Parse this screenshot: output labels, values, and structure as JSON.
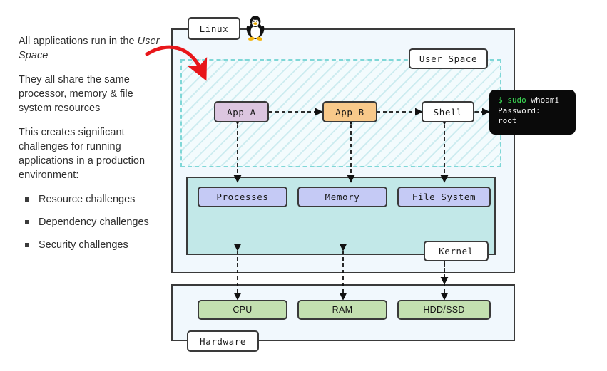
{
  "explanation": {
    "paragraphs": [
      {
        "before": "All applications run in the ",
        "emphasis": "User Space",
        "after": ""
      },
      {
        "before": "They all share the same processor, memory & file system resources",
        "emphasis": "",
        "after": ""
      },
      {
        "before": "This creates significant challenges for running applications in a production environment:",
        "emphasis": "",
        "after": ""
      }
    ],
    "bullets": [
      "Resource challenges",
      "Dependency challenges",
      "Security challenges"
    ]
  },
  "diagram": {
    "outer_labels": {
      "linux": "Linux",
      "hardware": "Hardware",
      "user_space": "User Space",
      "kernel": "Kernel"
    },
    "user_space_nodes": [
      {
        "label": "App A",
        "color": "#dcc6e0"
      },
      {
        "label": "App B",
        "color": "#f8c98a"
      },
      {
        "label": "Shell",
        "color": "#ffffff"
      }
    ],
    "kernel_nodes": [
      {
        "label": "Processes",
        "color": "#c5caf5"
      },
      {
        "label": "Memory",
        "color": "#c5caf5"
      },
      {
        "label": "File System",
        "color": "#c5caf5"
      }
    ],
    "hardware_nodes": [
      {
        "label": "CPU",
        "color": "#c3e0b0"
      },
      {
        "label": "RAM",
        "color": "#c3e0b0"
      },
      {
        "label": "HDD/SSD",
        "color": "#c3e0b0"
      }
    ],
    "terminal": {
      "prompt": "$",
      "command_privileged": "sudo",
      "command": "whoami",
      "line2": "Password:",
      "line3": "root"
    },
    "colors": {
      "container_fill": "#f1f8fd",
      "kernel_fill": "#c2e8e8",
      "user_space_border": "#7fd7d7",
      "stroke": "#3a3a3a",
      "annotation_arrow": "#e8161a",
      "terminal_bg": "#0a0a0a",
      "terminal_green": "#3ddc55"
    },
    "icons": {
      "os_mascot": "linux-penguin-icon"
    }
  }
}
